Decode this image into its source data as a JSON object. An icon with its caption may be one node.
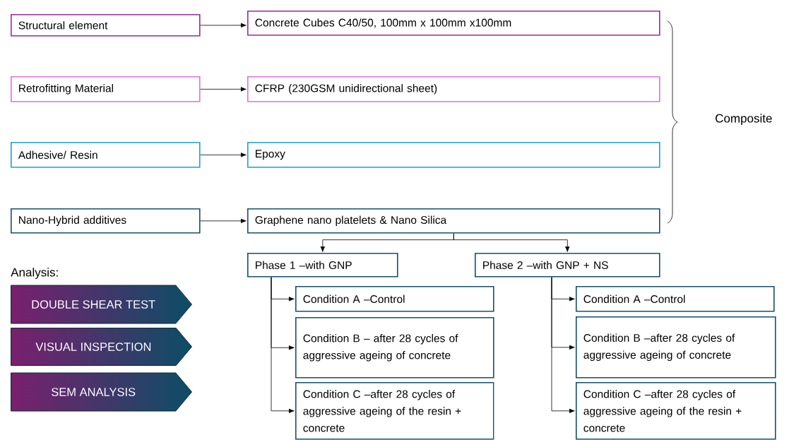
{
  "diagram": {
    "nodes": [
      {
        "text": [
          "Structural element"
        ]
      },
      {
        "text": [
          "Concrete Cubes C40/50, 100mm x 100mm x100mm"
        ]
      },
      {
        "text": [
          "Retrofitting Material"
        ]
      },
      {
        "text": [
          "CFRP (230GSM unidirectional sheet)"
        ]
      },
      {
        "text": [
          "Adhesive/ Resin"
        ]
      },
      {
        "text": [
          "Epoxy"
        ]
      },
      {
        "text": [
          "Nano-Hybrid additives"
        ]
      },
      {
        "text": [
          "Graphene nano platelets & Nano Silica"
        ]
      },
      {
        "text": [
          "Phase 1 –with GNP"
        ]
      },
      {
        "text": [
          "Phase 2 –with GNP + NS"
        ]
      },
      {
        "text": [
          "Condition A –Control"
        ]
      },
      {
        "text": [
          "Condition B – after 28 cycles of aggressive ageing of concrete"
        ]
      },
      {
        "text": [
          "Condition C –after 28 cycles of aggressive ageing of the resin + concrete"
        ]
      },
      {
        "text": [
          "Condition A –Control"
        ]
      },
      {
        "text": [
          "Condition B –after 28 cycles of aggressive ageing of concrete"
        ]
      },
      {
        "text": [
          "Condition C –after 28 cycles of aggressive ageing of the resin + concrete"
        ]
      },
      {
        "text": [
          "DOUBLE SHEAR TEST"
        ]
      },
      {
        "text": [
          "VISUAL INSPECTION"
        ]
      },
      {
        "text": [
          "SEM ANALYSIS"
        ]
      }
    ],
    "edges": [
      {
        "from": 0,
        "to": 1,
        "arrow": "to"
      },
      {
        "from": 2,
        "to": 3,
        "arrow": "to"
      },
      {
        "from": 4,
        "to": 5,
        "arrow": "to"
      },
      {
        "from": 6,
        "to": 7,
        "arrow": "to"
      },
      {
        "from": 7,
        "to": 8,
        "arrow": "to"
      },
      {
        "from": 7,
        "to": 9,
        "arrow": "to"
      },
      {
        "from": 8,
        "to": 10,
        "arrow": "to"
      },
      {
        "from": 8,
        "to": 11,
        "arrow": "to"
      },
      {
        "from": 8,
        "to": 12,
        "arrow": "to"
      },
      {
        "from": 9,
        "to": 13,
        "arrow": "to"
      },
      {
        "from": 9,
        "to": 14,
        "arrow": "to"
      },
      {
        "from": 9,
        "to": 15,
        "arrow": "to"
      }
    ],
    "labels": [
      "Composite",
      "Analysis:"
    ]
  }
}
